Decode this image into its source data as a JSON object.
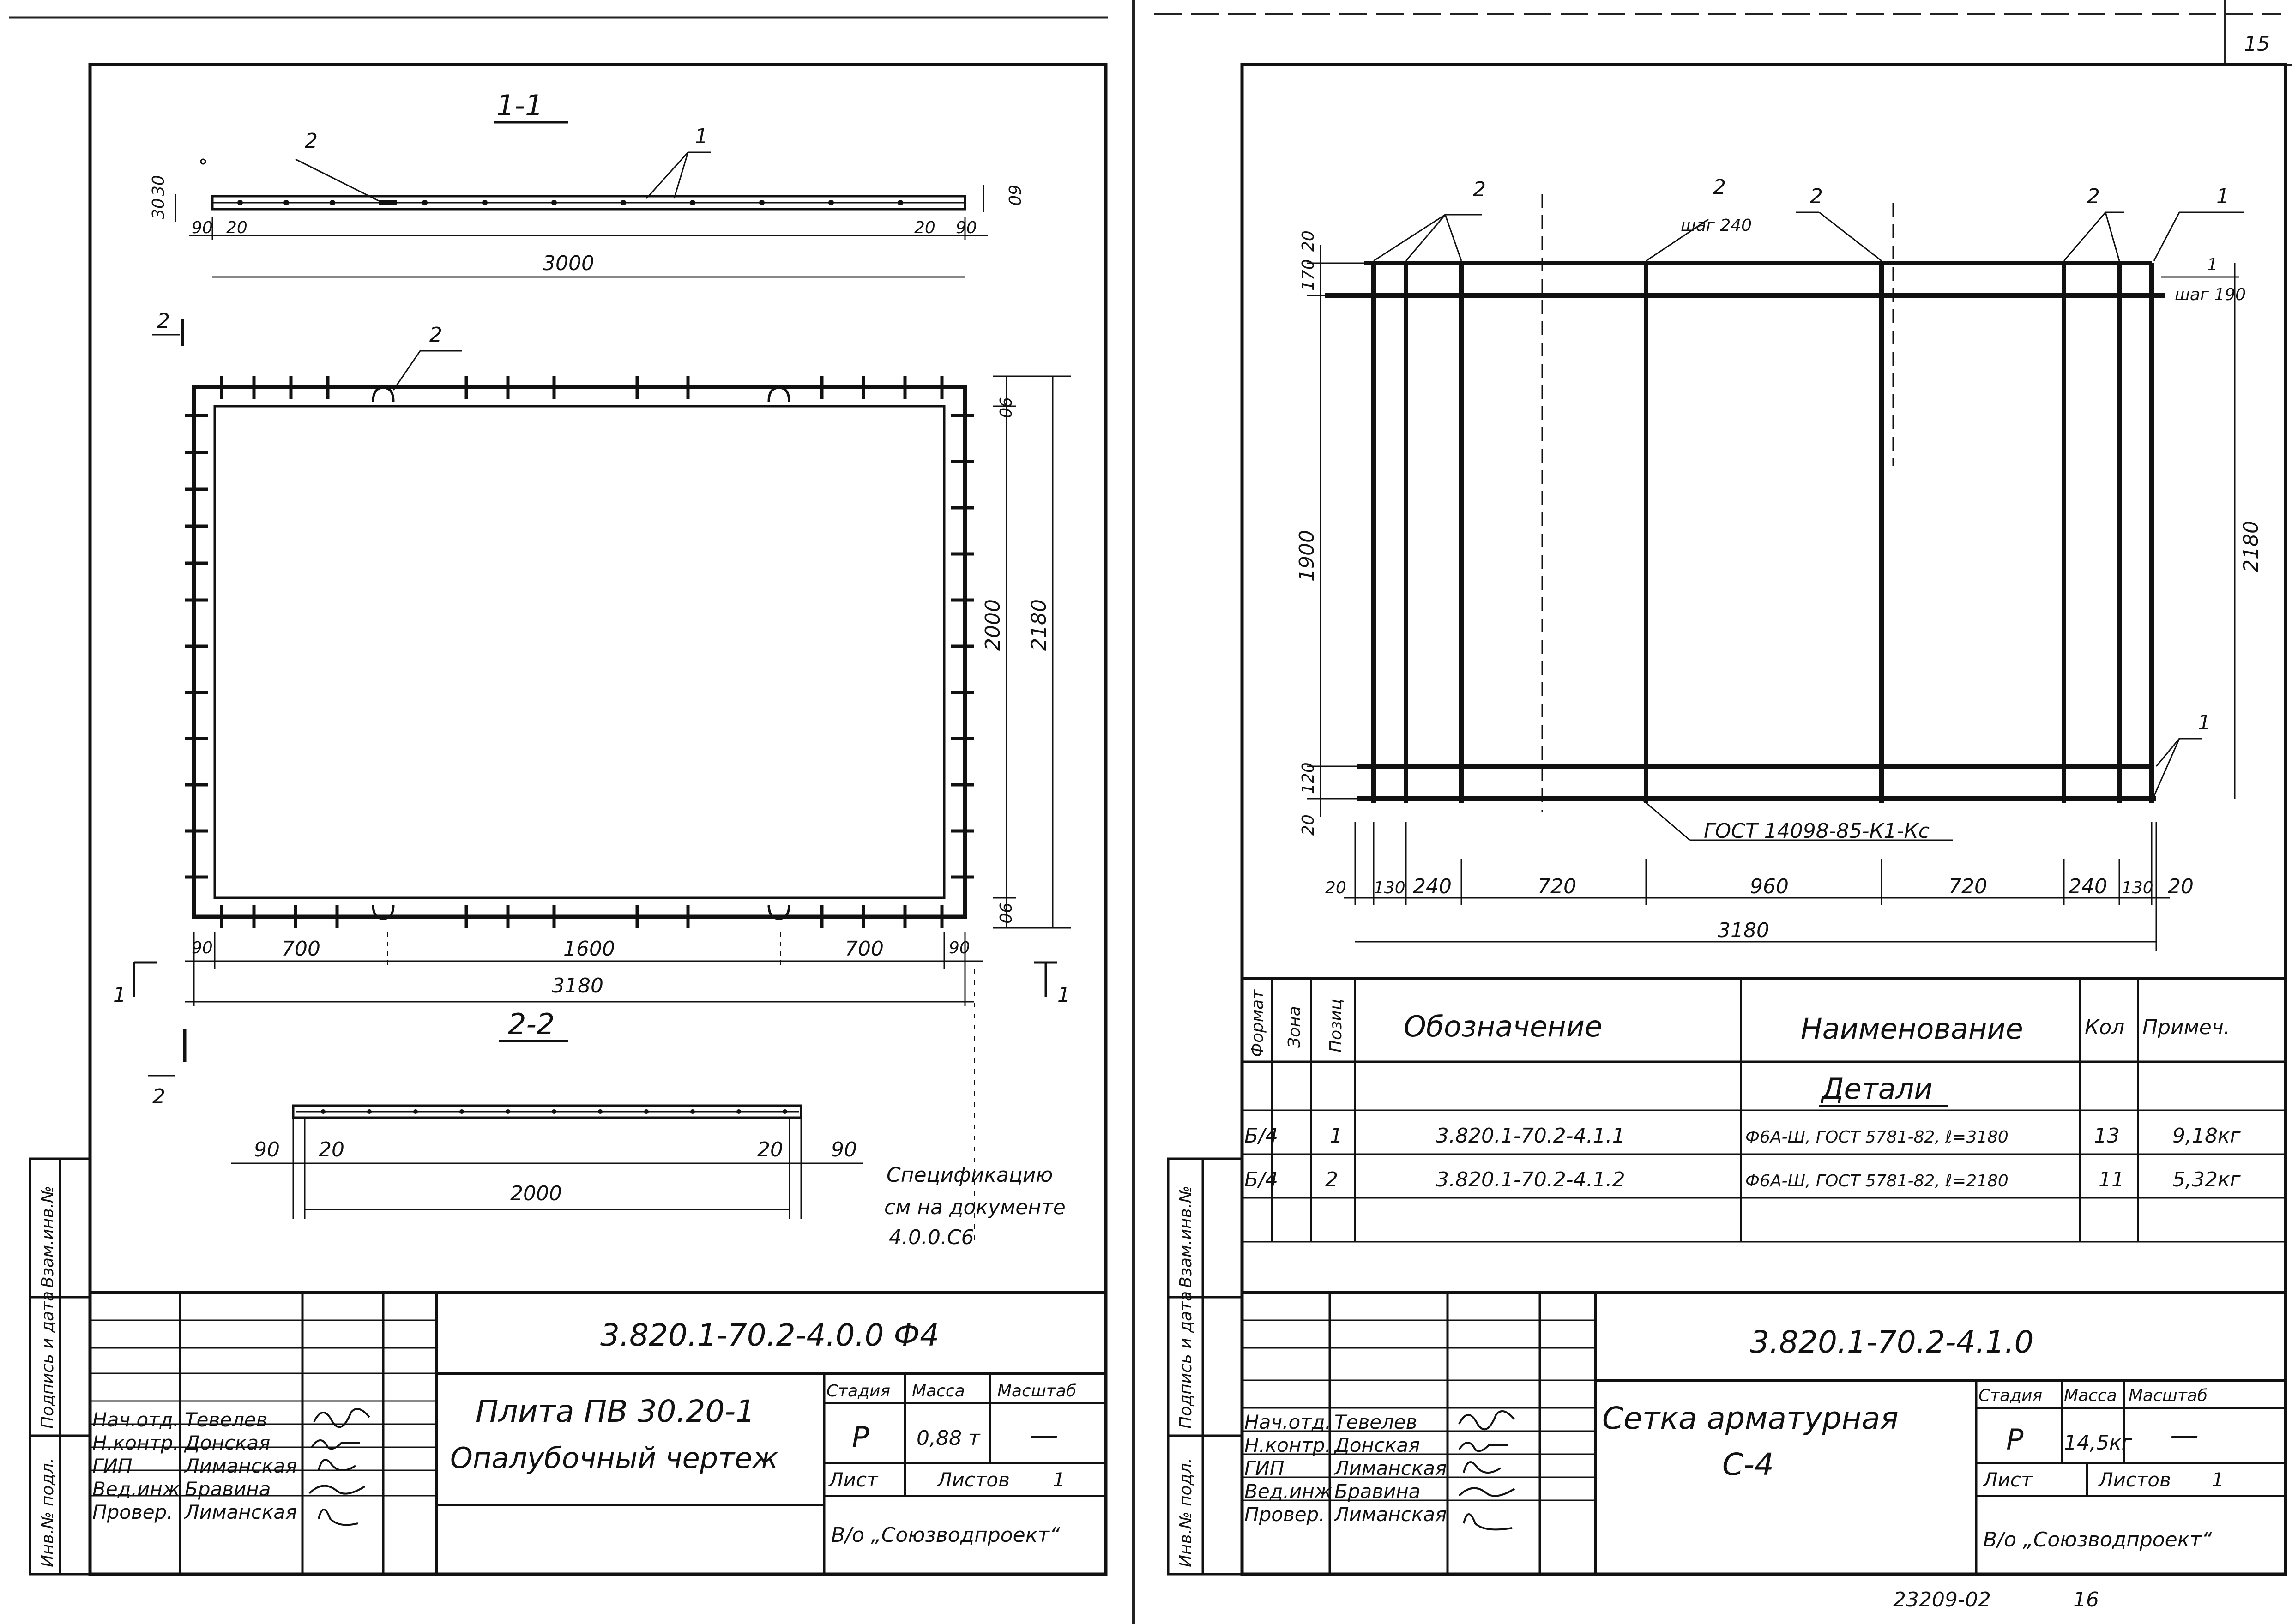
{
  "page_number": "15",
  "left_sheet": {
    "section_1_1": "1-1",
    "section_2_2": "2-2",
    "section_marks": {
      "s1": "1",
      "s2": "2"
    },
    "pos_labels": {
      "p1": "1",
      "p2": "2"
    },
    "dims_1_1": {
      "d30a": "30",
      "d30b": "30",
      "d60": "60",
      "d90l": "90",
      "d20l": "20",
      "d20r": "20",
      "d90r": "90",
      "d3000": "3000"
    },
    "dims_plan": {
      "d90t": "90",
      "d2000": "2000",
      "d2180": "2180",
      "d90b": "90",
      "d90l": "90",
      "d700l": "700",
      "d1600": "1600",
      "d700r": "700",
      "d90r": "90",
      "d3180": "3180"
    },
    "dims_2_2": {
      "d90l": "90",
      "d20l": "20",
      "d20r": "20",
      "d90r": "90",
      "d2000": "2000"
    },
    "note": [
      "Спецификацию",
      "см на документе",
      "4.0.0.С6"
    ],
    "title_block": {
      "designation": "3.820.1-70.2-4.0.0 Ф4",
      "name_lines": [
        "Плита ПВ 30.20-1",
        "Опалубочный чертеж"
      ],
      "stage_label": "Стадия",
      "mass_label": "Масса",
      "scale_label": "Масштаб",
      "stage": "Р",
      "mass": "0,88 т",
      "scale": "—",
      "sheet_label": "Лист",
      "sheets_label": "Листов",
      "sheets": "1",
      "org": "В/о „Союзводпроект“",
      "roles": [
        "Нач.отд.",
        "Н.контр.",
        "ГИП",
        "Вед.инж",
        "Провер."
      ],
      "names": [
        "Тевелев",
        "Донская",
        "Лиманская",
        "Бравина",
        "Лиманская"
      ]
    },
    "side_stamp": [
      "Инв.№ подл.",
      "Подпись и дата",
      "Взам.инв.№"
    ]
  },
  "right_sheet": {
    "labels_top": {
      "p2a": "2",
      "p2b": "2",
      "p2c": "2",
      "p2d": "2",
      "p1a": "1",
      "p1b": "1",
      "p1c": "1",
      "step240": "шаг 240",
      "step190": "шаг 190"
    },
    "dims_left": {
      "d20": "20",
      "d170": "170",
      "d1900": "1900",
      "d120": "120",
      "d20b": "20"
    },
    "dim_right": "2180",
    "gost_label": "ГОСТ 14098-85-К1-Кс",
    "dims_bottom": [
      "20",
      "130",
      "240",
      "720",
      "960",
      "720",
      "240",
      "130",
      "20"
    ],
    "dim_total": "3180",
    "spec_table": {
      "headers": {
        "format": "Формат",
        "zone": "Зона",
        "pos": "Позиц",
        "designation": "Обозначение",
        "name": "Наименование",
        "qty": "Кол",
        "note": "Примеч."
      },
      "section": "Детали",
      "rows": [
        {
          "format": "Б/4",
          "pos": "1",
          "designation": "3.820.1-70.2-4.1.1",
          "name": "Ф6А-Ш, ГОСТ 5781-82, ℓ=3180",
          "qty": "13",
          "note": "9,18кг"
        },
        {
          "format": "Б/4",
          "pos": "2",
          "designation": "3.820.1-70.2-4.1.2",
          "name": "Ф6А-Ш, ГОСТ 5781-82, ℓ=2180",
          "qty": "11",
          "note": "5,32кг"
        }
      ]
    },
    "title_block": {
      "designation": "3.820.1-70.2-4.1.0",
      "name_lines": [
        "Сетка арматурная",
        "С-4"
      ],
      "stage_label": "Стадия",
      "mass_label": "Масса",
      "scale_label": "Масштаб",
      "stage": "Р",
      "mass": "14,5кг",
      "scale": "—",
      "sheet_label": "Лист",
      "sheets_label": "Листов",
      "sheets": "1",
      "org": "В/о „Союзводпроект“",
      "roles": [
        "Нач.отд.",
        "Н.контр.",
        "ГИП",
        "Вед.инж",
        "Провер."
      ],
      "names": [
        "Тевелев",
        "Донская",
        "Лиманская",
        "Бравина",
        "Лиманская"
      ]
    },
    "side_stamp": [
      "Инв.№ подл.",
      "Подпись и дата",
      "Взам.инв.№"
    ]
  },
  "footer": {
    "code": "23209-02",
    "page": "16"
  }
}
